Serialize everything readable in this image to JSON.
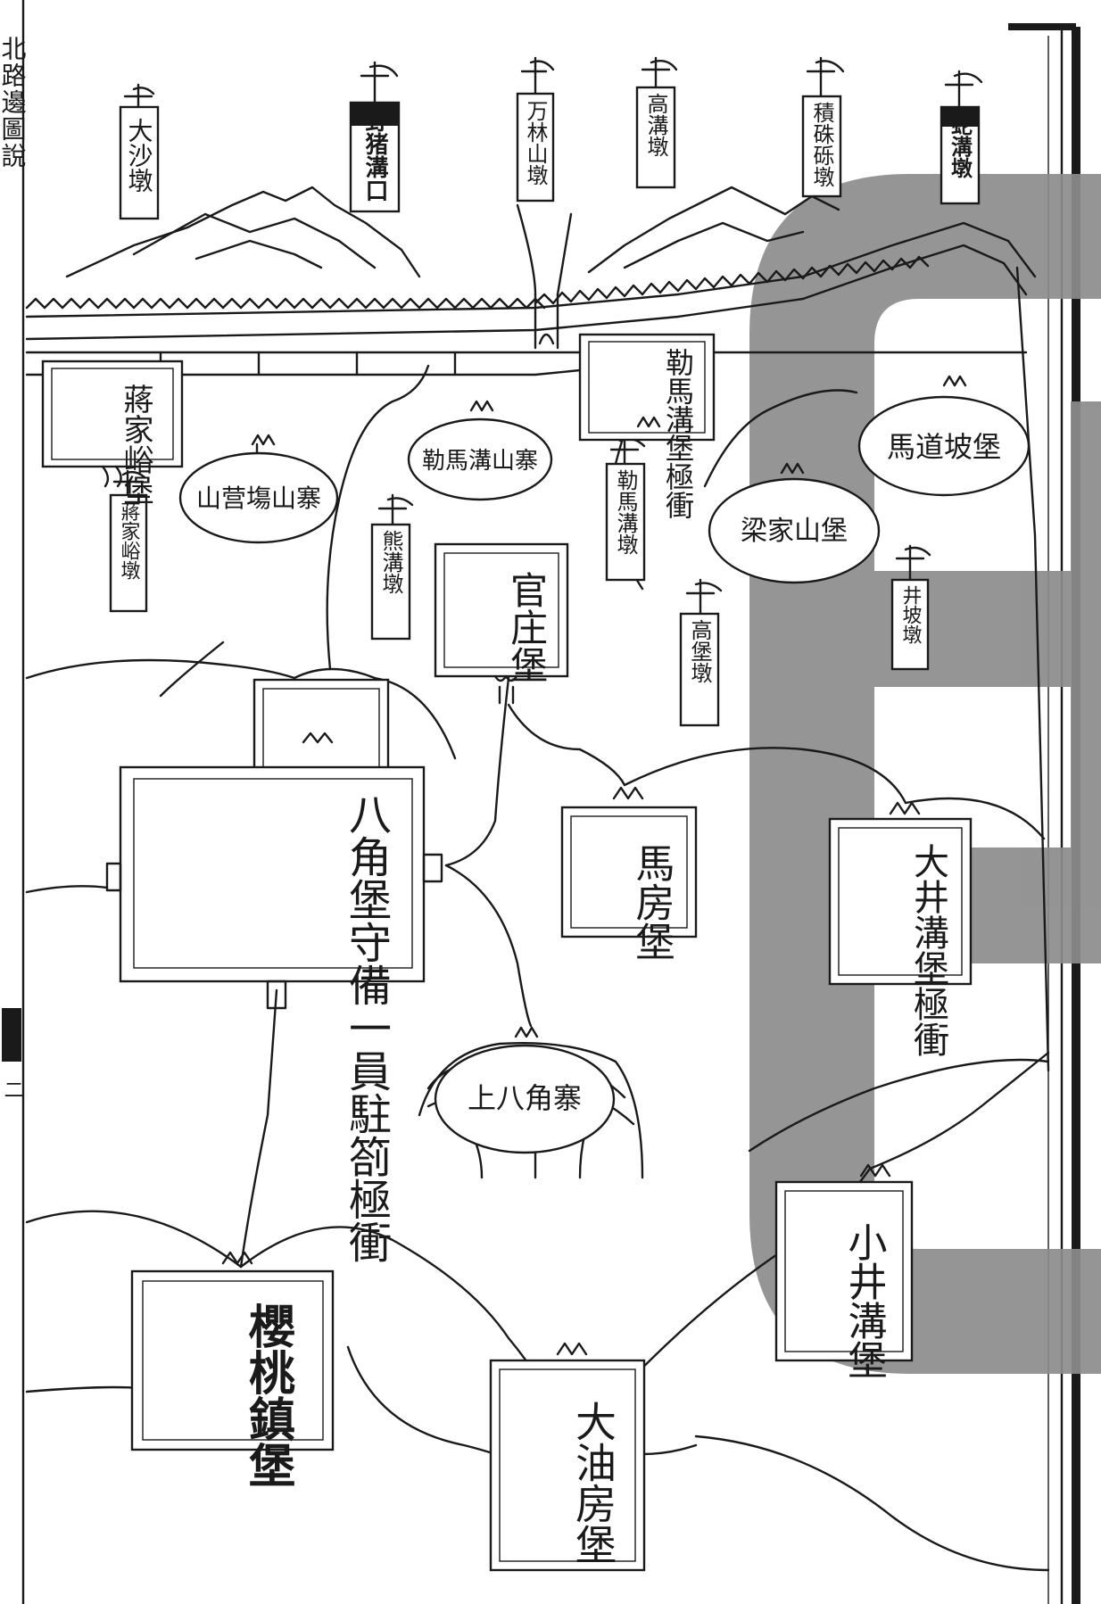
{
  "page": {
    "margin_title": "北路邊圖說",
    "margin_page": "二",
    "watermark_color": "#8c8c8c",
    "ink_color": "#1a1a1a",
    "paper_color": "#ffffff"
  },
  "beacons": [
    {
      "id": "dasha",
      "label": "大沙墩"
    },
    {
      "id": "yezhu",
      "label": "野猪溝口"
    },
    {
      "id": "wanlin",
      "label": "万林山墩"
    },
    {
      "id": "gaogou",
      "label": "高溝墩"
    },
    {
      "id": "jinlu",
      "label": "積硃砾墩"
    },
    {
      "id": "shehu",
      "label": "蛇溝墩"
    },
    {
      "id": "jiangjiayu_tower",
      "label": "蔣家峪墩"
    },
    {
      "id": "xionggou",
      "label": "熊溝墩"
    },
    {
      "id": "qinmagou_tower",
      "label": "勒馬溝墩"
    },
    {
      "id": "gaobao",
      "label": "高堡墩"
    },
    {
      "id": "jingpo",
      "label": "井坡墩"
    }
  ],
  "forts": [
    {
      "id": "jiangjiayu",
      "label": "蔣家峪堡"
    },
    {
      "id": "qinmagou",
      "label": "勒馬溝堡極衝"
    },
    {
      "id": "guanzhuang",
      "label": "官庄堡"
    },
    {
      "id": "bajiao",
      "label": "八角堡守備一員駐箚極衝"
    },
    {
      "id": "mafang",
      "label": "馬房堡"
    },
    {
      "id": "dajinggou",
      "label": "大井溝堡極衝"
    },
    {
      "id": "xiaojinggou",
      "label": "小井溝堡"
    },
    {
      "id": "yingtao",
      "label": "櫻桃鎮堡"
    },
    {
      "id": "dayoufang",
      "label": "大油房堡"
    }
  ],
  "stockades": [
    {
      "id": "shanyingchang",
      "label": "山营塲山寨"
    },
    {
      "id": "qinmagou_zhai",
      "label": "勒馬溝山寨"
    },
    {
      "id": "liangjiashan",
      "label": "梁家山堡"
    },
    {
      "id": "madaopo",
      "label": "馬道坡堡"
    },
    {
      "id": "shangbajiao",
      "label": "上八角寨"
    }
  ]
}
